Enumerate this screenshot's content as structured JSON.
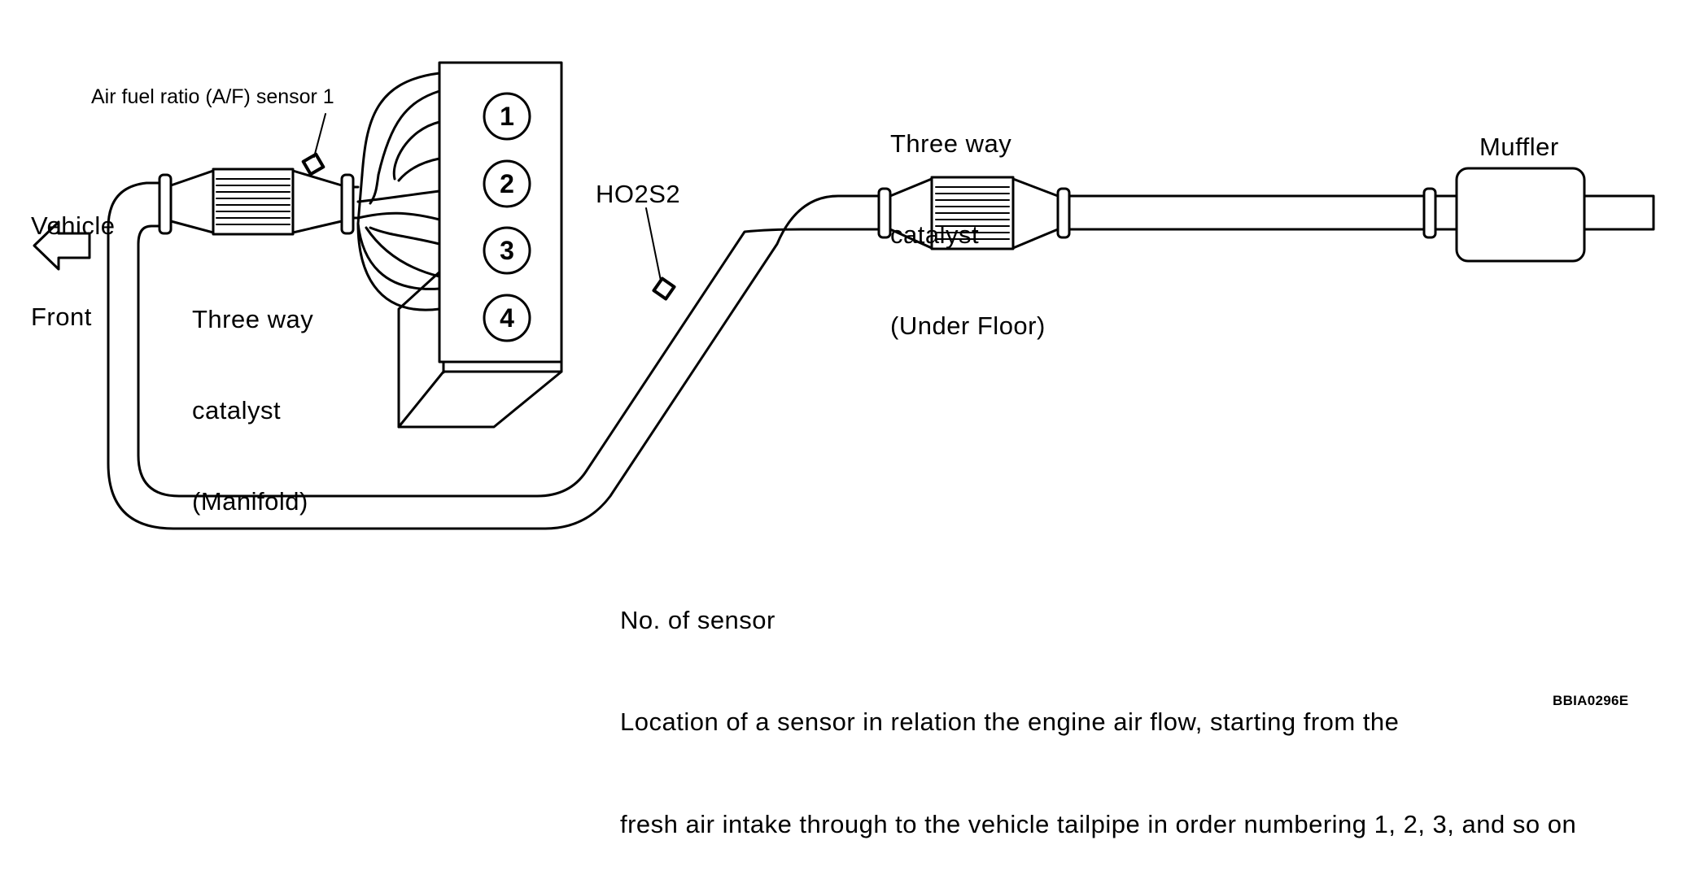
{
  "labels": {
    "vehicle_front": [
      "Vehicle",
      "Front"
    ],
    "af_sensor": "Air fuel ratio (A/F) sensor 1",
    "manifold_catalyst": [
      "Three way",
      "catalyst",
      "(Manifold)"
    ],
    "ho2s2": "HO2S2",
    "underfloor_catalyst": [
      "Three way",
      "catalyst",
      "(Under Floor)"
    ],
    "muffler": "Muffler",
    "note": [
      "No. of sensor",
      "Location of a sensor in relation the engine air flow, starting from the",
      "fresh air intake through to the vehicle tailpipe in order numbering 1, 2, 3, and so on"
    ],
    "figure_code": "BBIA0296E"
  },
  "cylinders": [
    "1",
    "2",
    "3",
    "4"
  ],
  "colors": {
    "line": "#000000",
    "fill": "#ffffff"
  }
}
